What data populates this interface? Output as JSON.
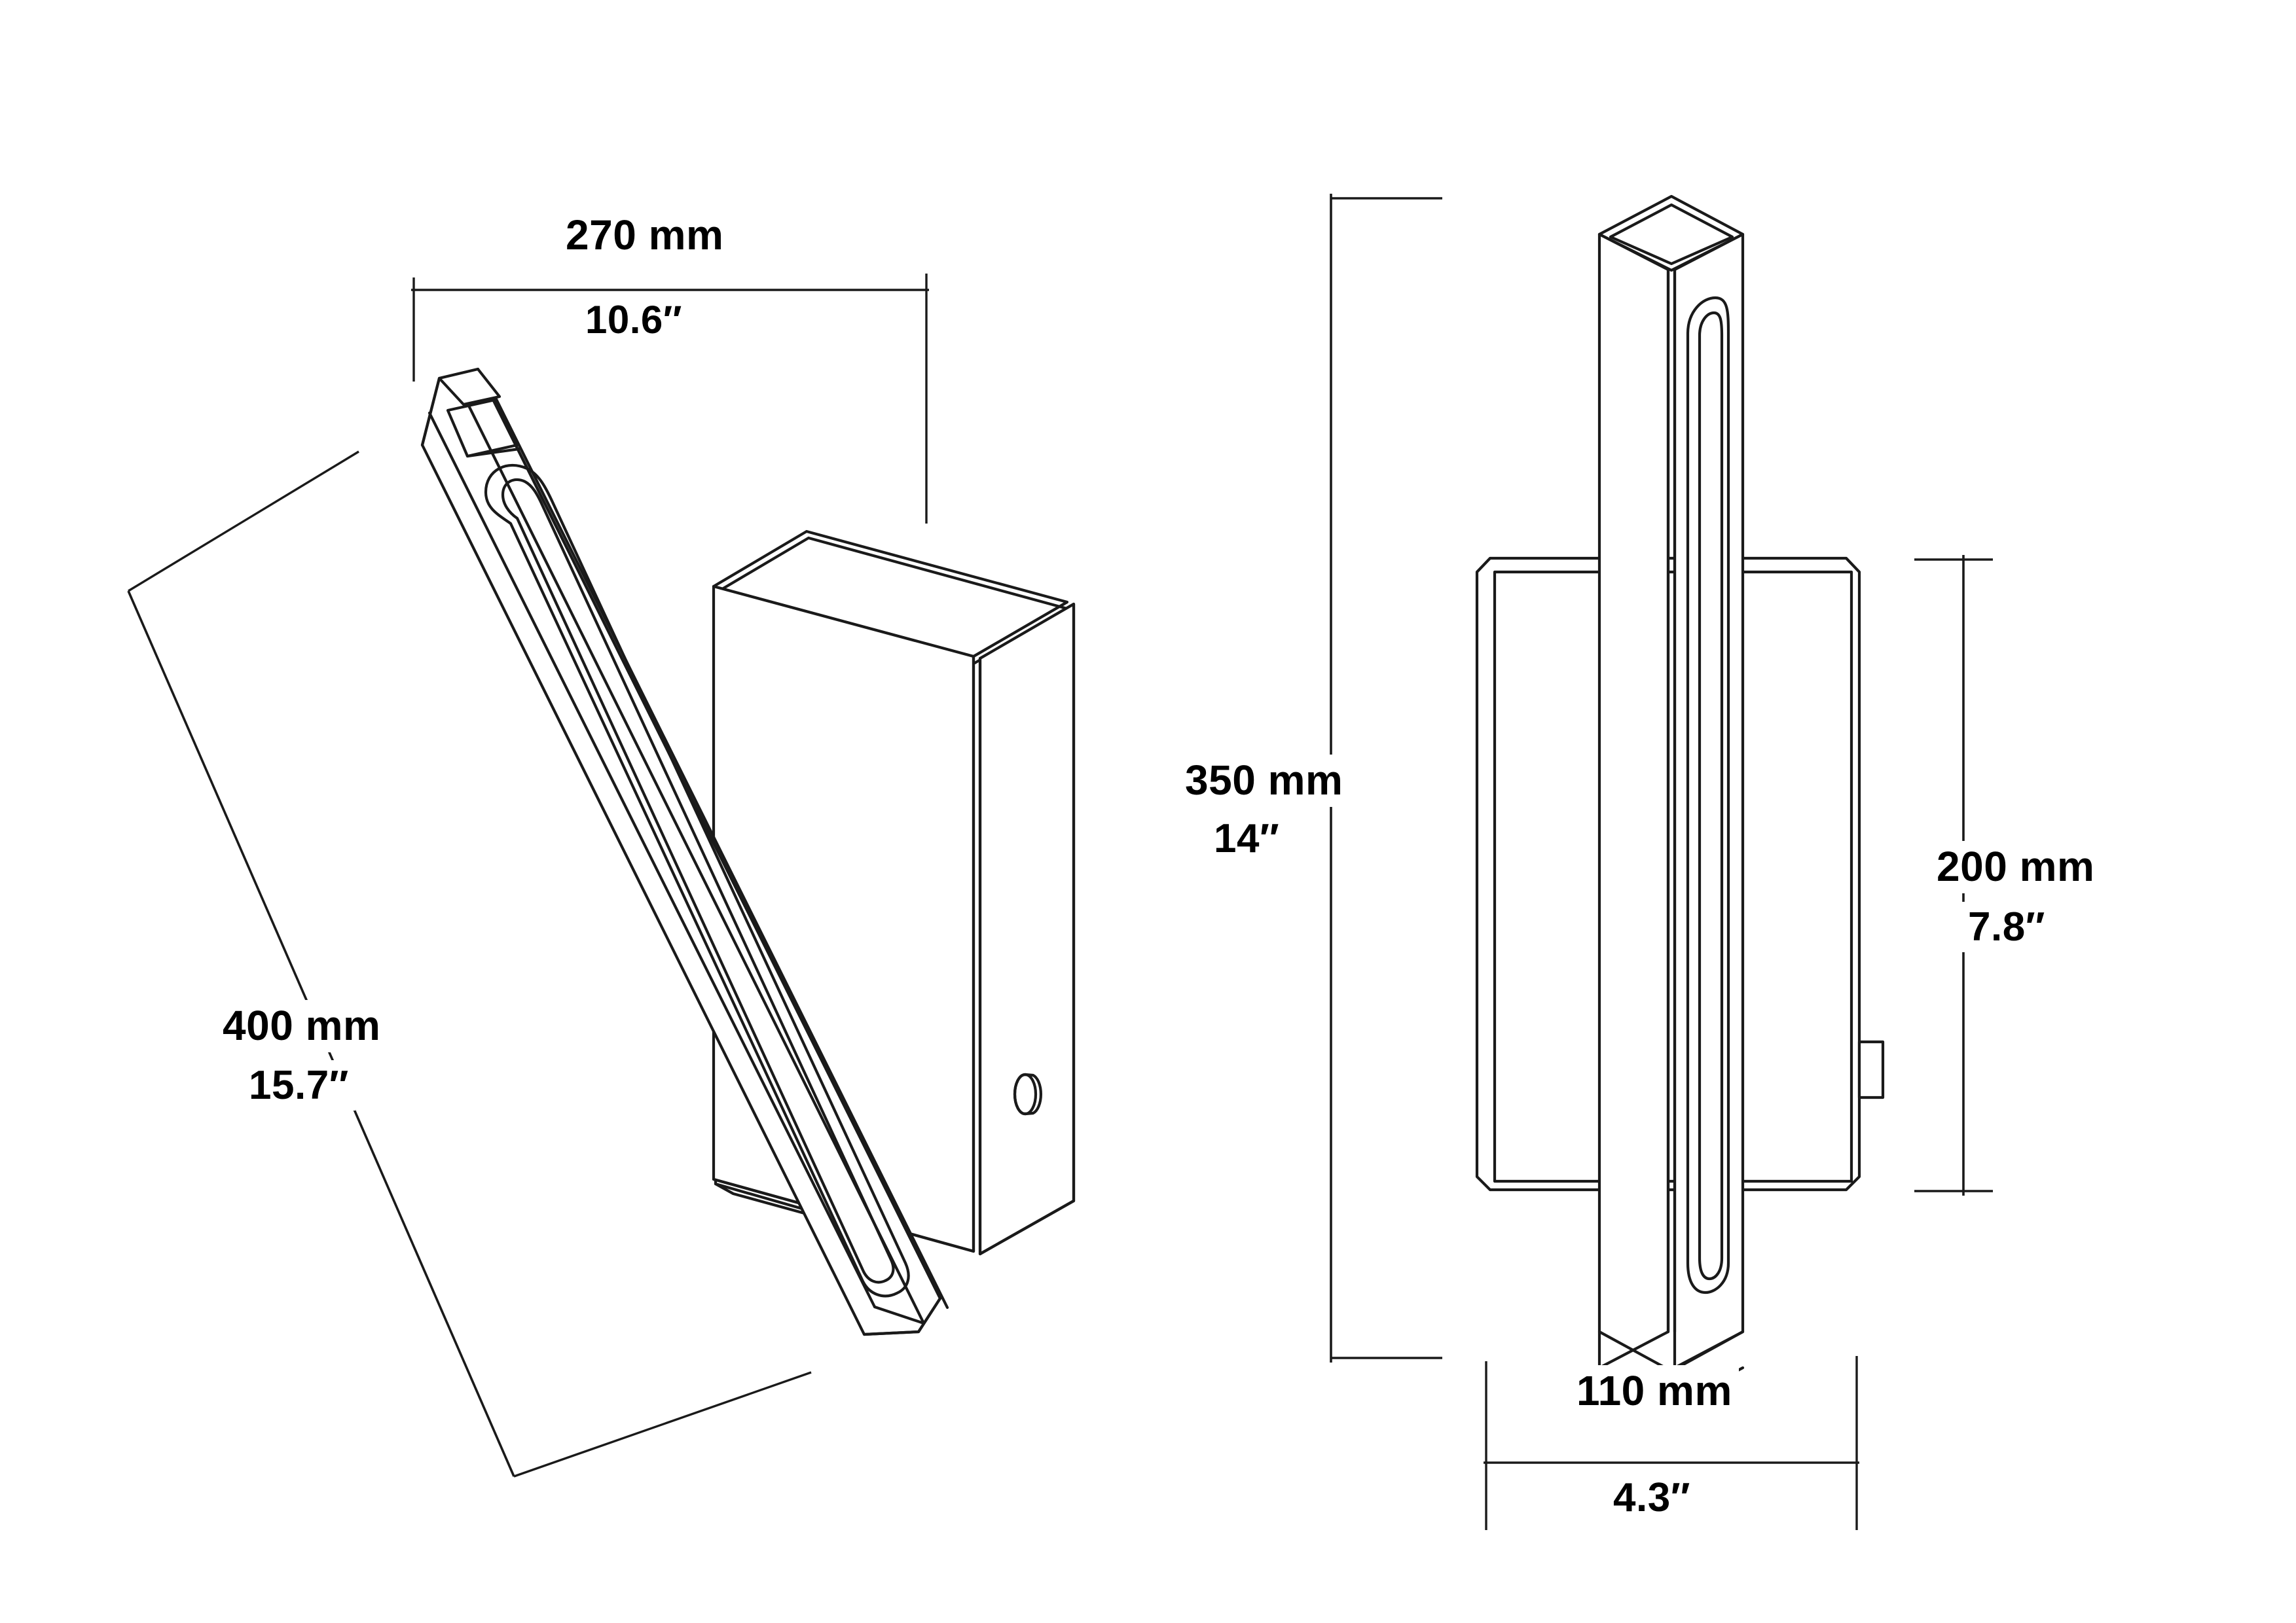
{
  "drawing": {
    "title": "LED wall sconce dimensioned technical drawing",
    "background_color": "#ffffff",
    "line_color": "#1a1a1a",
    "text_color": "#000000",
    "views": [
      {
        "name": "perspective-view",
        "description": "Three-quarter perspective view of wall lamp with tilted LED arm and rectangular housing box"
      },
      {
        "name": "front-elevation-view",
        "description": "Front elevation of wall lamp showing vertical LED bar over rectangular backplate"
      }
    ]
  },
  "dimensions": {
    "width_270": {
      "mm": "270 mm",
      "inch": "10.6″",
      "view": "perspective-view",
      "orientation": "horizontal"
    },
    "length_400": {
      "mm": "400 mm",
      "inch": "15.7″",
      "view": "perspective-view",
      "orientation": "diagonal"
    },
    "height_350": {
      "mm": "350 mm",
      "inch": "14″",
      "view": "front-elevation-view",
      "orientation": "vertical"
    },
    "height_200": {
      "mm": "200 mm",
      "inch": "7.8″",
      "view": "front-elevation-view",
      "orientation": "vertical"
    },
    "width_110": {
      "mm": "110 mm",
      "inch": "4.3″",
      "view": "front-elevation-view",
      "orientation": "horizontal"
    }
  },
  "parts": {
    "led_arm": "led-arm",
    "led_channel": "led-light-channel",
    "housing_box": "housing-box",
    "power_button": "power-button",
    "backplate": "wall-backplate",
    "switch_tab": "side-switch-tab",
    "bar_cap": "bar-top-cap"
  }
}
